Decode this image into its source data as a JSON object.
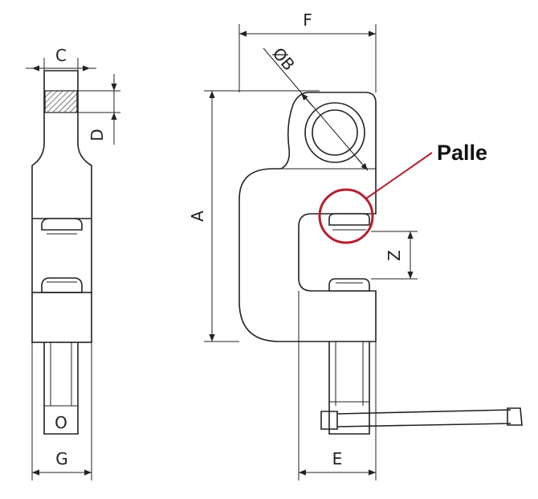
{
  "dimensions": {
    "a": "A",
    "b": "ØB",
    "c": "C",
    "d": "D",
    "e": "E",
    "f": "F",
    "g": "G",
    "z": "Z"
  },
  "slot_mark": "O",
  "callout": {
    "label": "Palle",
    "color": "#b5202e"
  }
}
